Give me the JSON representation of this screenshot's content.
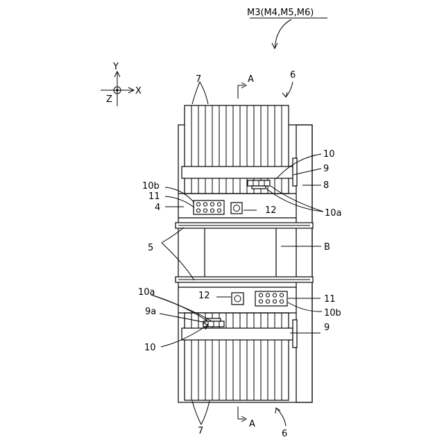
{
  "figure": {
    "title": "M3(M4,M5,M6)",
    "axes": {
      "y": "Y",
      "x": "X",
      "z": "Z"
    },
    "section": {
      "top": "A",
      "bottom": "A"
    },
    "labels": {
      "ref_6_top": "6",
      "ref_7_top": "7",
      "ref_10_top": "10",
      "ref_9_top": "9",
      "ref_8": "8",
      "ref_10a_top": "10a",
      "ref_10b_top": "10b",
      "ref_11_top": "11",
      "ref_4": "4",
      "ref_12_top": "12",
      "ref_5": "5",
      "ref_B": "B",
      "ref_10a_bottom": "10a",
      "ref_12_bottom": "12",
      "ref_11_bottom": "11",
      "ref_9a": "9a",
      "ref_10b_bottom": "10b",
      "ref_9_bottom": "9",
      "ref_10_bottom": "10",
      "ref_7_bottom": "7",
      "ref_6_bottom": "6"
    }
  }
}
